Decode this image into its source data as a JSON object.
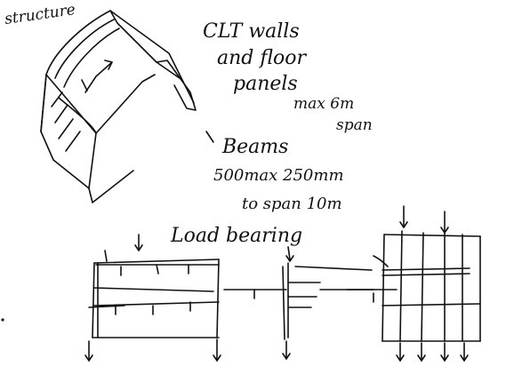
{
  "notes": {
    "structure_label": "structure",
    "clt_line1": "CLT walls",
    "clt_line2": "and floor",
    "clt_line3": "panels",
    "clt_span_line1": "max 6m",
    "clt_span_line2": "span",
    "beams_title": "Beams",
    "beams_size": "500max 250mm",
    "beams_span": "to span 10m",
    "load_bearing": "Load bearing"
  }
}
